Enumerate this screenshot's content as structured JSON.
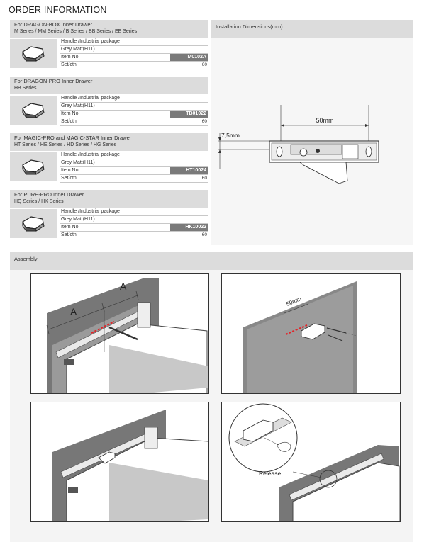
{
  "page_title": "ORDER INFORMATION",
  "products": [
    {
      "title": "For DRAGON-BOX Inner Drawer",
      "series": "M Series / MM Series / B Series / BB Series / EE Series",
      "package": "Handle /Industrial package",
      "color": "Grey Matt(H11)",
      "item_label": "Item No.",
      "item_no": "M0102A",
      "set_label": "Set/ctn",
      "set_value": "60"
    },
    {
      "title": "For DRAGON-PRO Inner Drawer",
      "series": "HB Series",
      "package": "Handle /Industrial package",
      "color": "Grey Matt(H11)",
      "item_label": "Item No.",
      "item_no": "TB01022",
      "set_label": "Set/ctn",
      "set_value": "60"
    },
    {
      "title": "For MAGIC-PRO and MAGIC-STAR Inner Drawer",
      "series": "HT Series / HE Series / HD Series / HG Series",
      "package": "Handle /Industrial package",
      "color": "Grey Matt(H11)",
      "item_label": "Item No.",
      "item_no": "HT10024",
      "set_label": "Set/ctn",
      "set_value": "60"
    },
    {
      "title": "For PURE-PRO Inner Drawer",
      "series": "HQ Series / HK Series",
      "package": "Handle /Industrial package",
      "color": "Grey Matt(H11)",
      "item_label": "Item No.",
      "item_no": "HK10022",
      "set_label": "Set/ctn",
      "set_value": "60"
    }
  ],
  "installation": {
    "title": "Installation Dimensions(mm)",
    "dim_width": "50mm",
    "dim_height": "7,5mm"
  },
  "assembly": {
    "title": "Assembly",
    "step1_label_a1": "A",
    "step1_label_a2": "A",
    "step2_label": "50mm",
    "step4_label": "Release"
  },
  "colors": {
    "header_gray": "#dcdcdc",
    "badge_gray": "#7a7a7a",
    "marker_red": "#e0262a"
  }
}
